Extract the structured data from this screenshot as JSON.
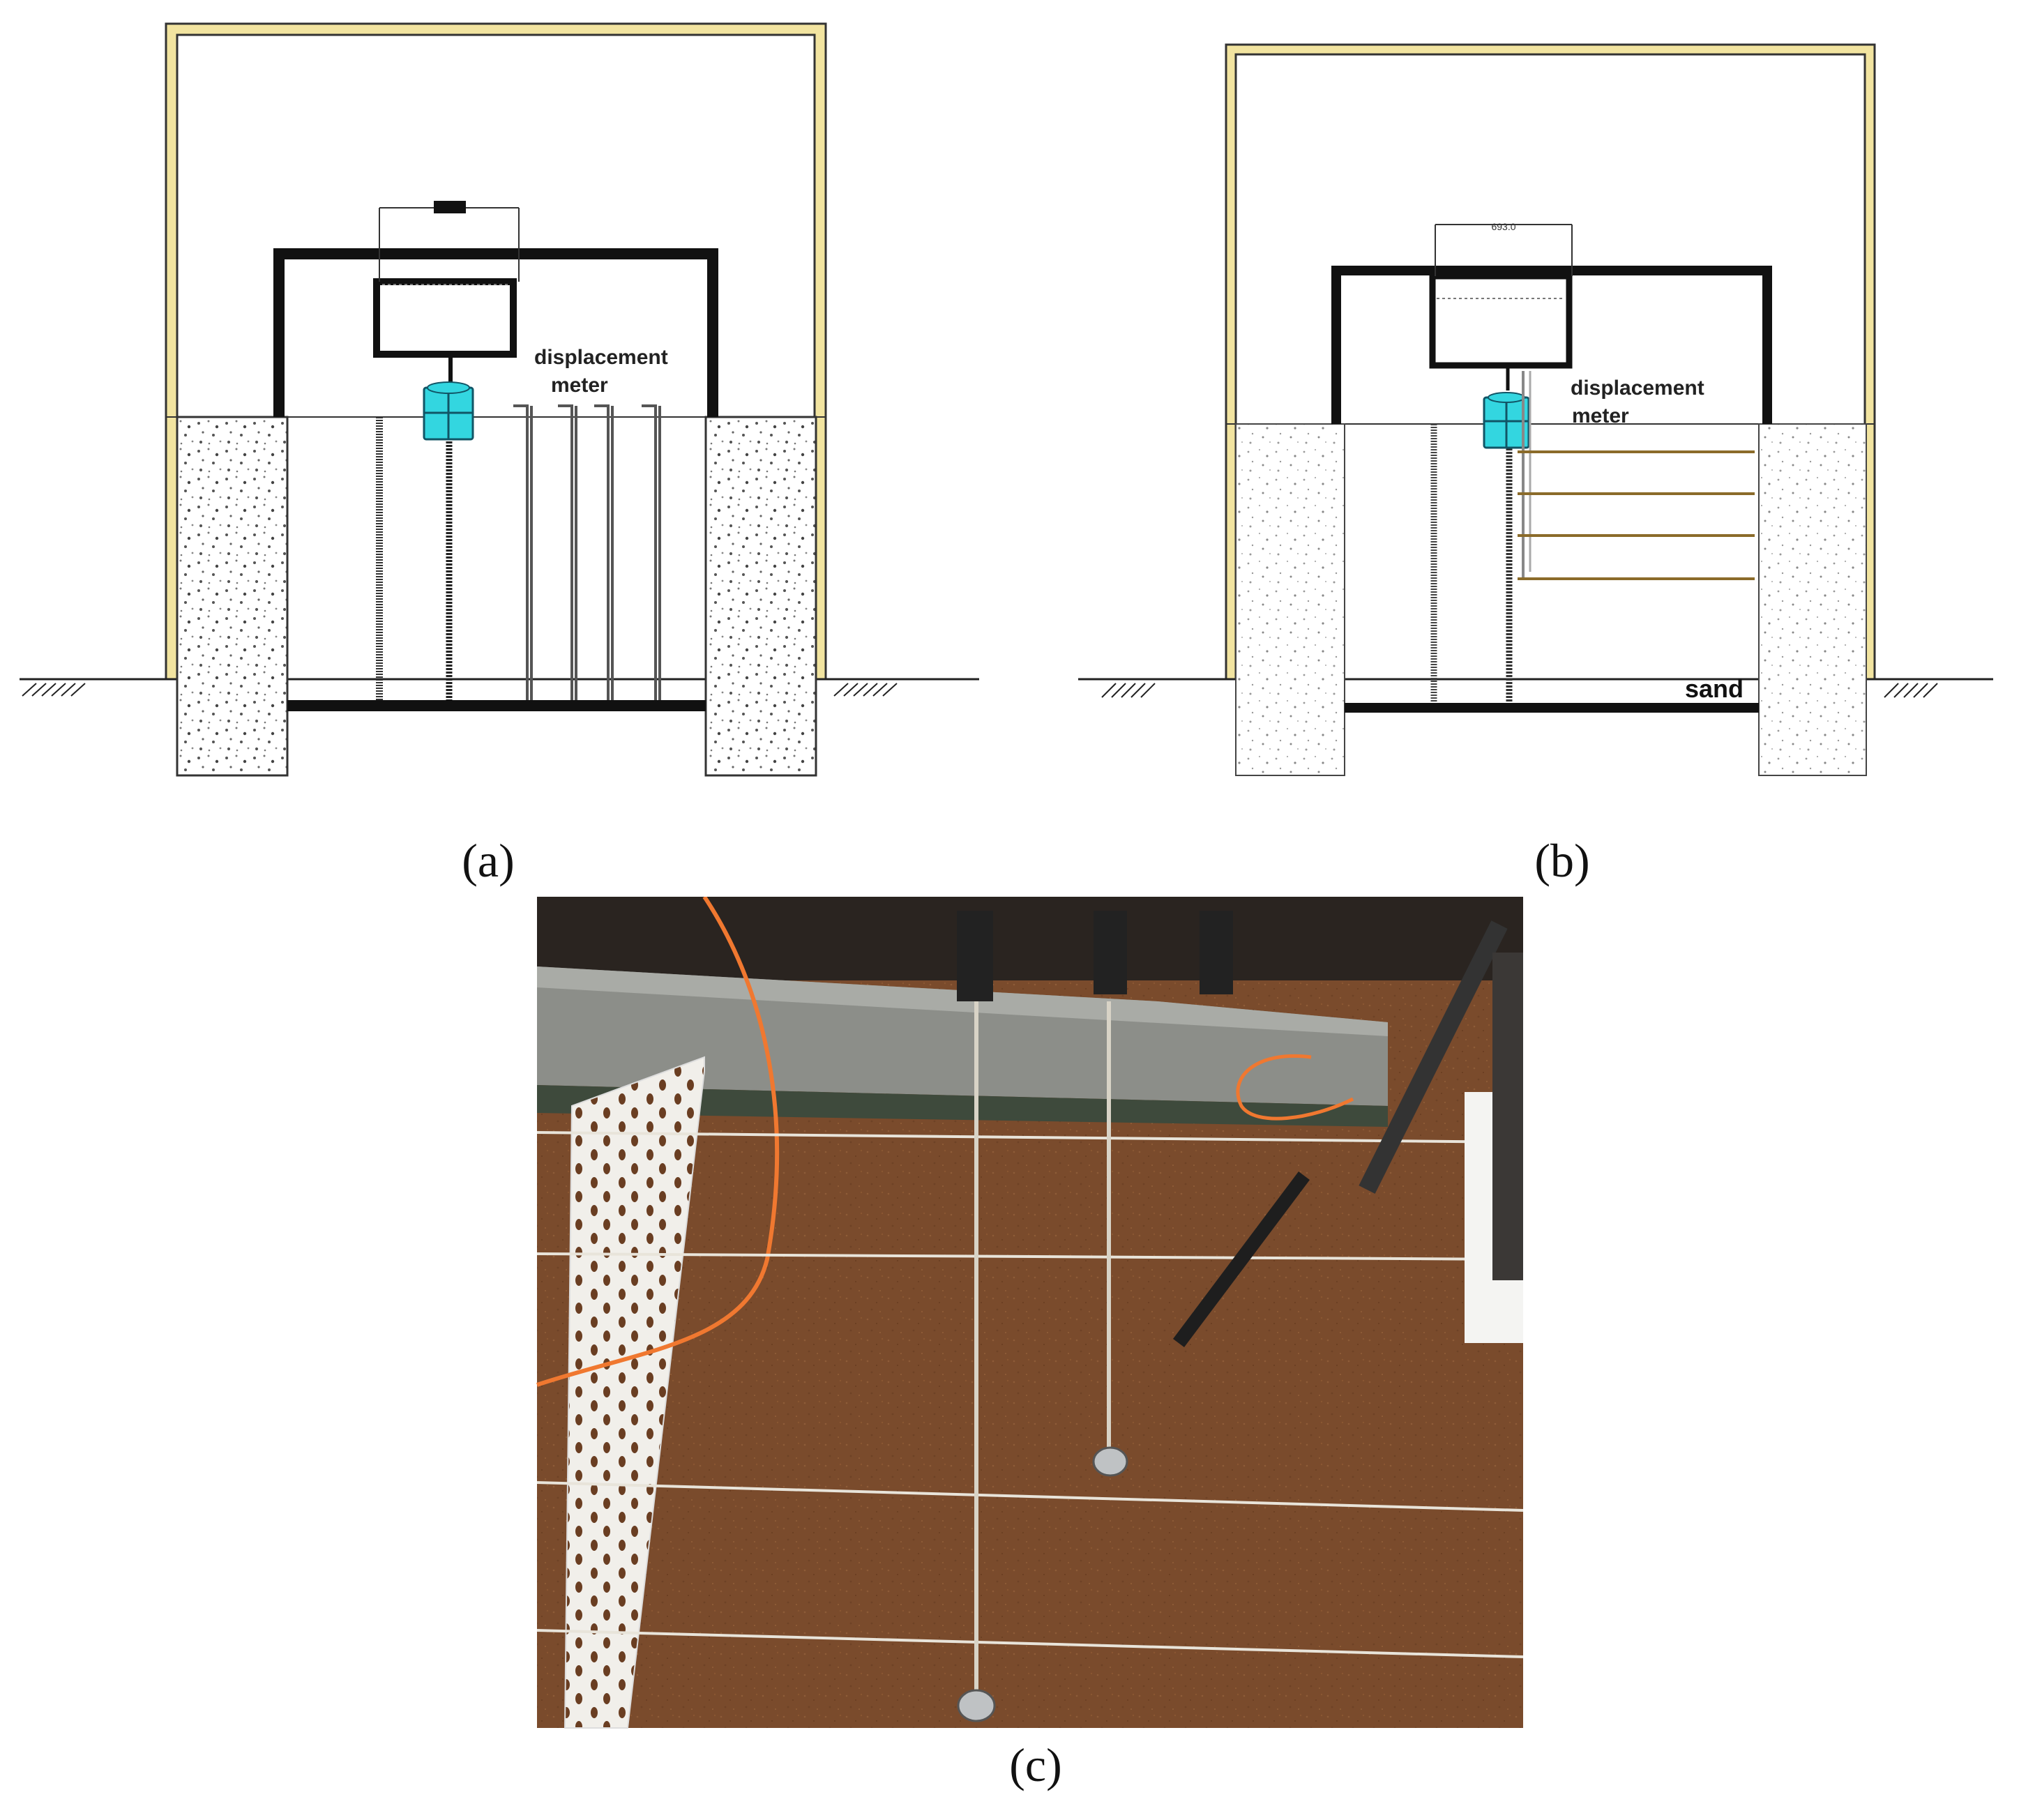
{
  "figure": {
    "panels": [
      {
        "id": "a",
        "caption": "(a)",
        "annotations": {
          "meter_label_line1": "displacement",
          "meter_label_line2": "meter"
        }
      },
      {
        "id": "b",
        "caption": "(b)",
        "annotations": {
          "meter_label_line1": "displacement",
          "meter_label_line2": "meter",
          "dimension_label": "693.0",
          "layer_label": "sand"
        }
      },
      {
        "id": "c",
        "caption": "(c)",
        "description_hidden": ""
      }
    ],
    "colors": {
      "frame_outer": "#F2E4A0",
      "frame_border": "#333333",
      "meter": "#33D6E0",
      "rod_brown": "#8B6B2A",
      "sand_photo": "#7A4B2C",
      "orange_cable": "#F07830"
    }
  }
}
